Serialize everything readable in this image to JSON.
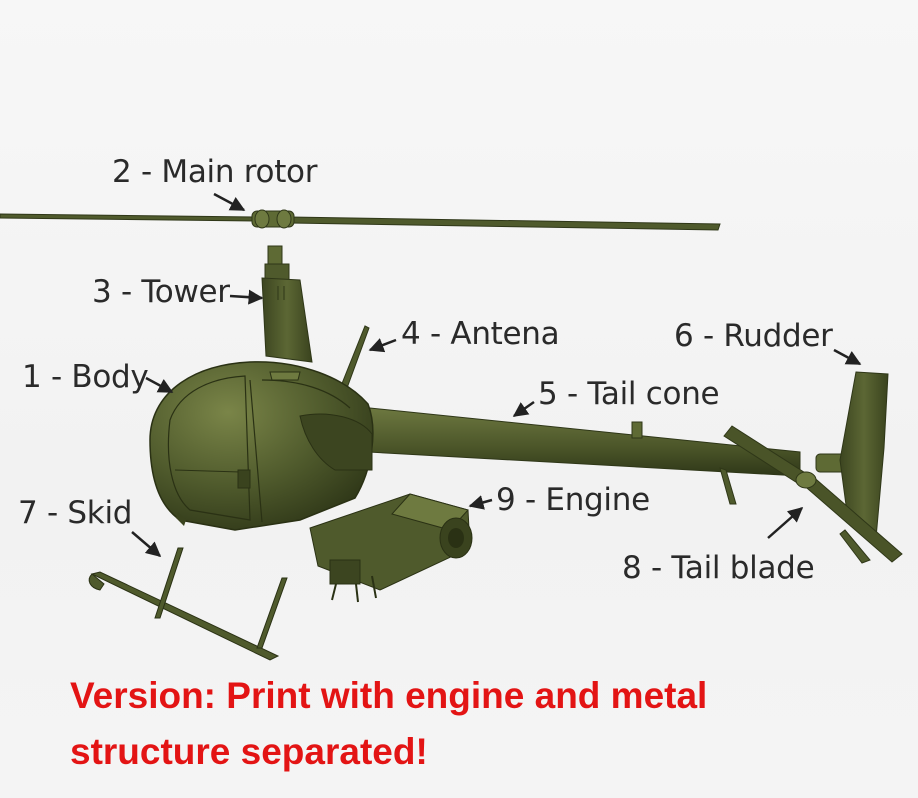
{
  "labels": {
    "main_rotor": "2 - Main rotor",
    "tower": "3 - Tower",
    "antena": "4 - Antena",
    "rudder": "6 - Rudder",
    "body": "1 - Body",
    "tail_cone": "5 - Tail cone",
    "skid": "7 - Skid",
    "engine": "9 - Engine",
    "tail_blade": "8 - Tail blade"
  },
  "version": {
    "line1": "Version: Print with engine and metal",
    "line2": "structure separated!"
  },
  "colors": {
    "part": "#4f5a2c",
    "part_dark": "#2f3718",
    "part_light": "#7a8548",
    "label_text": "#2a2a2a",
    "version_text": "#e31414"
  }
}
